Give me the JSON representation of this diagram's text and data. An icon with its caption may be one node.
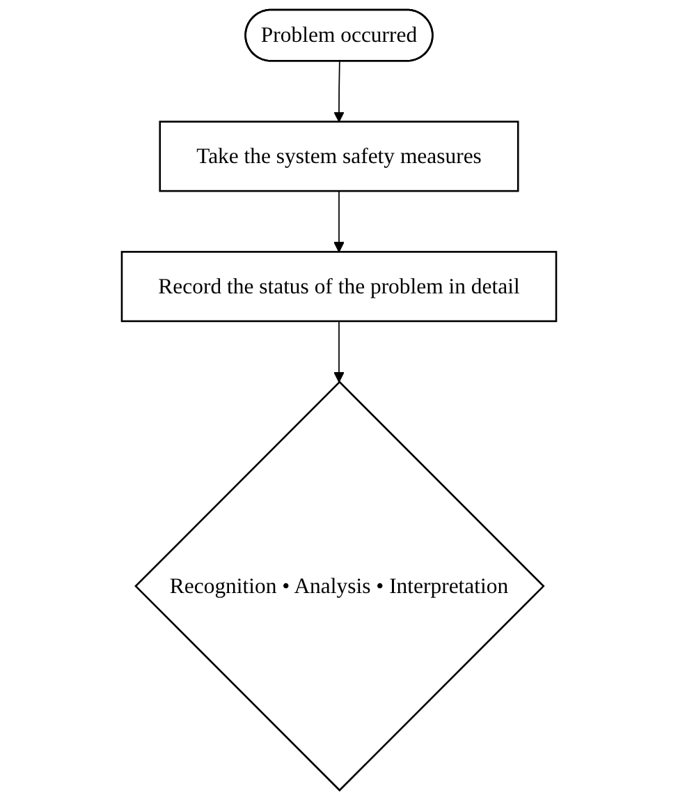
{
  "diagram": {
    "nodes": [
      {
        "text": [
          "Problem occurred"
        ]
      },
      {
        "text": [
          "Take the system safety measures"
        ]
      },
      {
        "text": [
          "Record the status of the problem in detail"
        ]
      },
      {
        "text": [
          "Recognition • Analysis • Interpretation"
        ]
      }
    ],
    "edges": [
      {
        "from": 0,
        "to": 1,
        "arrow": "to"
      },
      {
        "from": 1,
        "to": 2,
        "arrow": "to"
      },
      {
        "from": 2,
        "to": 3,
        "arrow": "to"
      }
    ]
  }
}
